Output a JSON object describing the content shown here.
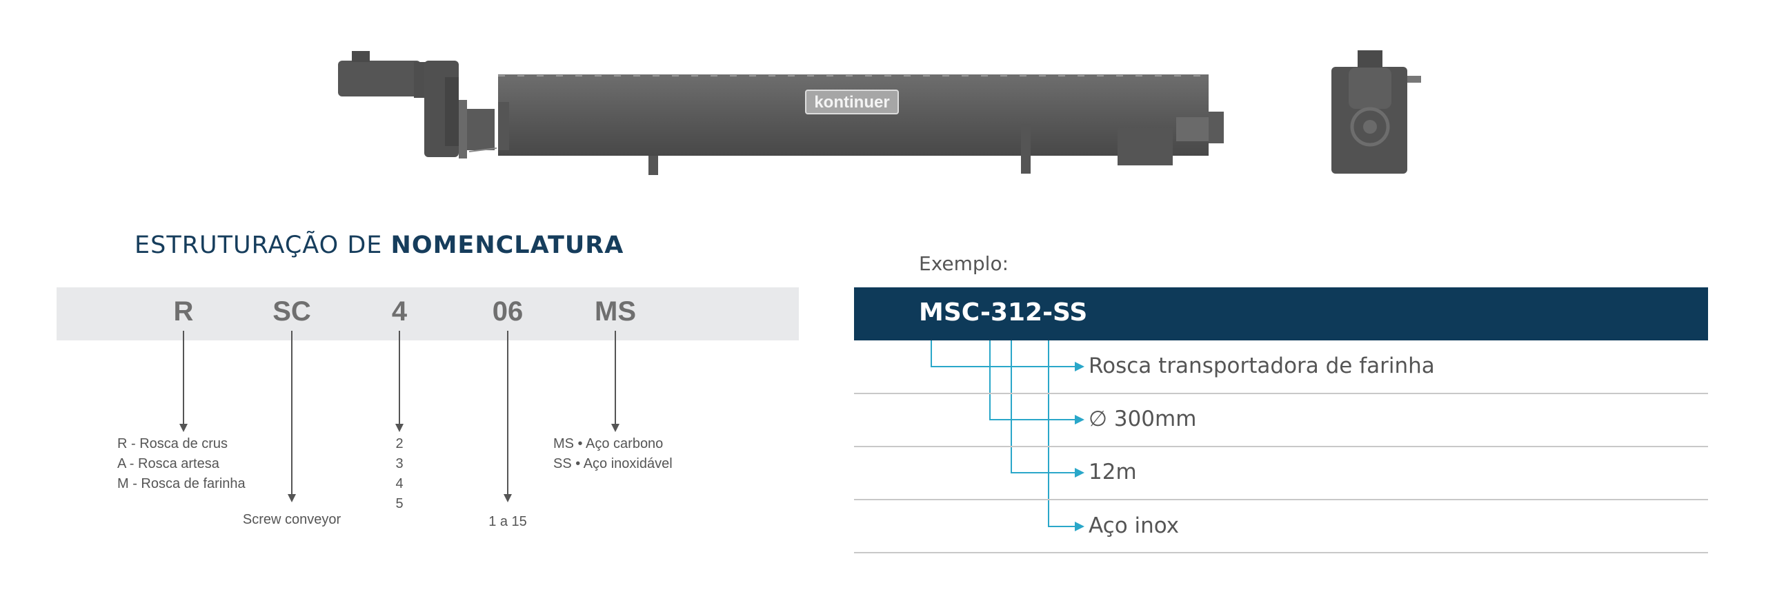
{
  "machine": {
    "brand_label": "kontinuer"
  },
  "nomenclature": {
    "title_prefix": "ESTRUTURAÇÃO DE",
    "title_bold": "NOMENCLATURA",
    "codes": [
      "R",
      "SC",
      "4",
      "06",
      "MS"
    ],
    "type_options": [
      "R - Rosca de crus",
      "A - Rosca artesa",
      "M - Rosca de farinha"
    ],
    "sc_meaning": "Screw conveyor",
    "diameter_options": [
      "2",
      "3",
      "4",
      "5"
    ],
    "length_range": "1 a 15",
    "material_options": [
      "MS • Aço carbono",
      "SS • Aço inoxidável"
    ]
  },
  "example": {
    "label": "Exemplo:",
    "code": "MSC-312-SS",
    "items": [
      "Rosca transportadora de farinha",
      "∅ 300mm",
      "12m",
      "Aço inox"
    ],
    "line_color": "#2aa7c9",
    "header_color": "#0e3a59"
  }
}
